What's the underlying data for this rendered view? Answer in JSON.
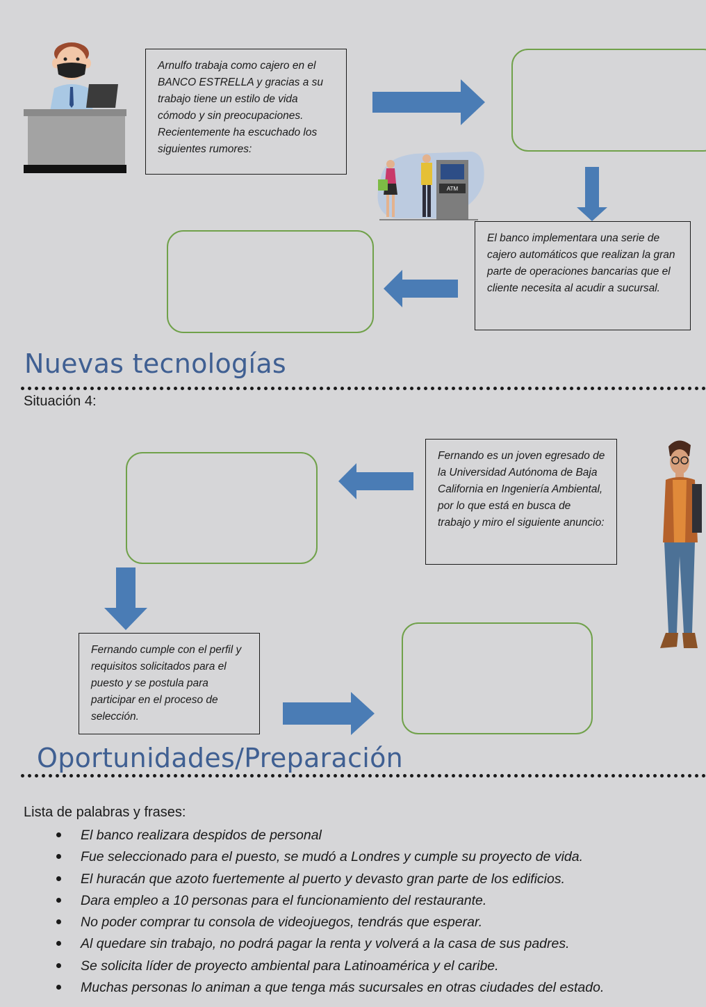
{
  "situation3": {
    "intro_text": "Arnulfo trabaja como cajero en el BANCO ESTRELLA y gracias a su trabajo tiene un estilo de vida cómodo y sin preocupaciones. Recientemente ha escuchado los siguientes rumores:",
    "bank_text": "El banco implementara una serie de cajero automáticos que realizan la gran parte de operaciones bancarias que el cliente necesita al acudir a sucursal.",
    "atm_label": "ATM"
  },
  "sections": {
    "nuevas_tecnologias": "Nuevas tecnologías",
    "situacion4_label": "Situación 4:",
    "oportunidades": "Oportunidades/Preparación"
  },
  "situation4": {
    "intro_text": "Fernando es un joven egresado de la Universidad Autónoma de Baja California en Ingeniería Ambiental, por lo que está en busca de trabajo y miro el siguiente anuncio:",
    "profile_text": "Fernando cumple con el perfil y requisitos solicitados para el puesto y se postula para participar en el proceso de selección."
  },
  "word_list": {
    "heading": "Lista de palabras y frases:",
    "items": [
      "El banco realizara despidos de personal",
      "Fue seleccionado para el puesto, se mudó a Londres y cumple su proyecto de vida.",
      "El huracán que azoto fuertemente al puerto y devasto gran parte de los edificios.",
      "Dara empleo a 10 personas para el funcionamiento del restaurante.",
      "No poder comprar tu consola de videojuegos, tendrás que esperar.",
      "Al quedare sin trabajo, no podrá pagar la renta y volverá a la casa de sus padres.",
      "Se solicita líder de proyecto ambiental para Latinoamérica y el caribe.",
      "Muchas personas lo animan a que tenga más sucursales en otras ciudades del estado."
    ]
  },
  "colors": {
    "arrow": "#4a7cb5",
    "box_green": "#70a14a",
    "title_blue": "#3f5f92",
    "background": "#d6d6d8"
  }
}
